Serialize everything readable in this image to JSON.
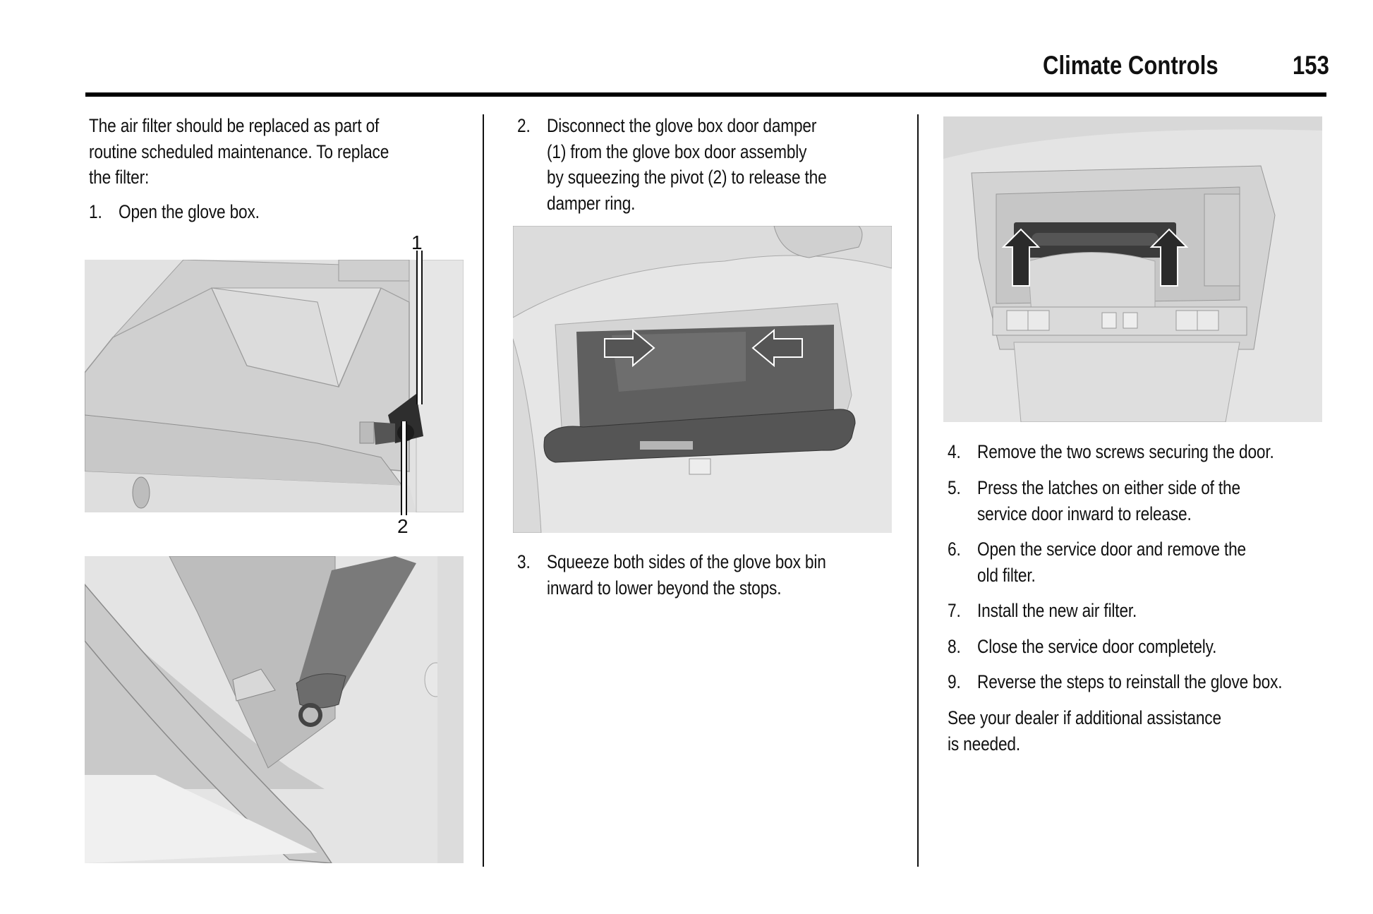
{
  "header": {
    "section_title": "Climate Controls",
    "page_number": "153"
  },
  "column1": {
    "intro": [
      "The air filter should be replaced as part of",
      "routine scheduled maintenance. To replace",
      "the filter:"
    ],
    "step1": {
      "number": "1.",
      "lines": [
        "Open the glove box."
      ]
    },
    "figure1": {
      "callouts": [
        "1",
        "2"
      ],
      "icon": "glove-box-open-illustration"
    },
    "figure2": {
      "icon": "glove-box-damper-illustration"
    }
  },
  "column2": {
    "step2": {
      "number": "2.",
      "lines": [
        "Disconnect the glove box door damper",
        "(1) from the glove box door assembly",
        "by squeezing the pivot (2) to release the",
        "damper ring."
      ]
    },
    "figure3": {
      "icon": "glove-box-squeeze-arrows-illustration"
    },
    "step3": {
      "number": "3.",
      "lines": [
        "Squeeze both sides of the glove box bin",
        "inward to lower beyond the stops."
      ]
    }
  },
  "column3": {
    "figure4": {
      "icon": "service-door-latches-illustration"
    },
    "steps": [
      {
        "number": "4.",
        "lines": [
          "Remove the two screws securing the door."
        ]
      },
      {
        "number": "5.",
        "lines": [
          "Press the latches on either side of the",
          "service door inward to release."
        ]
      },
      {
        "number": "6.",
        "lines": [
          "Open the service door and remove the",
          "old filter."
        ]
      },
      {
        "number": "7.",
        "lines": [
          "Install the new air filter."
        ]
      },
      {
        "number": "8.",
        "lines": [
          "Close the service door completely."
        ]
      },
      {
        "number": "9.",
        "lines": [
          "Reverse the steps to reinstall the glove box."
        ]
      }
    ],
    "closing": [
      "See your dealer if additional assistance",
      "is needed."
    ]
  }
}
